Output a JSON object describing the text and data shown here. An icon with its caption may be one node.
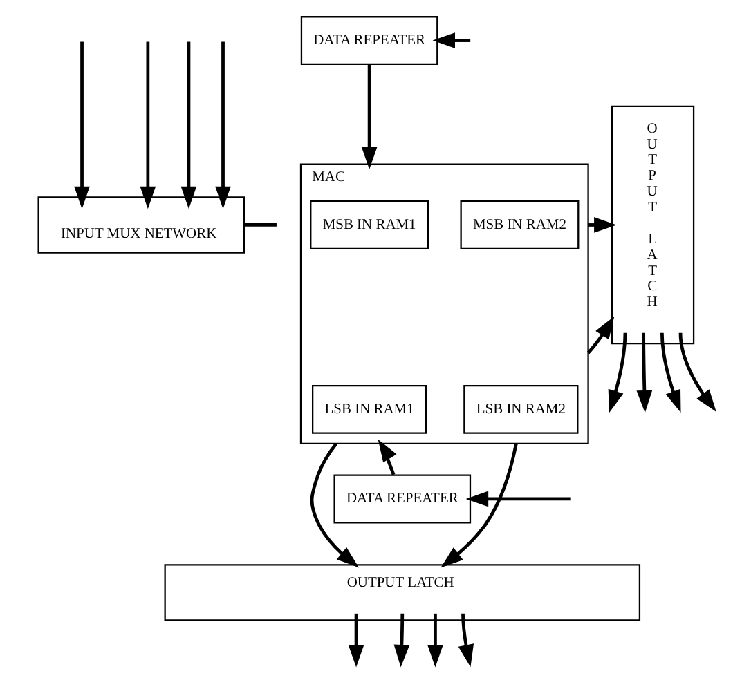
{
  "diagram": {
    "nodes": [
      {
        "text": [
          "INPUT MUX NETWORK"
        ]
      },
      {
        "text": [
          "DATA REPEATER"
        ]
      },
      {
        "text": [
          "OUTPUT LATCH"
        ]
      },
      {
        "text": [
          "MAC"
        ]
      },
      {
        "text": [
          "MSB IN RAM2"
        ],
        "in": 3
      },
      {
        "text": [
          "MSB IN RAM1"
        ],
        "in": 3
      },
      {
        "text": [
          "LSB IN RAM2"
        ],
        "in": 3
      },
      {
        "text": [
          "LSB IN RAM1"
        ],
        "in": 3
      },
      {
        "text": [
          "DATA REPEATER"
        ]
      },
      {
        "text": [
          "OUTPUT LATCH"
        ]
      }
    ],
    "edges": [
      {
        "from": null,
        "to": 0,
        "arrow": "to"
      },
      {
        "from": null,
        "to": 0,
        "arrow": "to"
      },
      {
        "from": null,
        "to": 0,
        "arrow": "to"
      },
      {
        "from": null,
        "to": 0,
        "arrow": "to"
      },
      {
        "from": 0,
        "to": null,
        "arrow": "none"
      },
      {
        "from": null,
        "to": 1,
        "arrow": "to"
      },
      {
        "from": 1,
        "to": 3,
        "arrow": "to"
      },
      {
        "from": 3,
        "to": 2,
        "arrow": "to"
      },
      {
        "from": 3,
        "to": 2,
        "arrow": "to"
      },
      {
        "from": 2,
        "to": null,
        "arrow": "to"
      },
      {
        "from": 2,
        "to": null,
        "arrow": "to"
      },
      {
        "from": 2,
        "to": null,
        "arrow": "to"
      },
      {
        "from": 2,
        "to": null,
        "arrow": "to"
      },
      {
        "from": 8,
        "to": 3,
        "arrow": "to"
      },
      {
        "from": null,
        "to": 8,
        "arrow": "to"
      },
      {
        "from": 3,
        "to": 9,
        "arrow": "to"
      },
      {
        "from": 3,
        "to": 9,
        "arrow": "to"
      },
      {
        "from": 9,
        "to": null,
        "arrow": "to"
      },
      {
        "from": 9,
        "to": null,
        "arrow": "to"
      },
      {
        "from": 9,
        "to": null,
        "arrow": "to"
      },
      {
        "from": 9,
        "to": null,
        "arrow": "to"
      }
    ]
  }
}
